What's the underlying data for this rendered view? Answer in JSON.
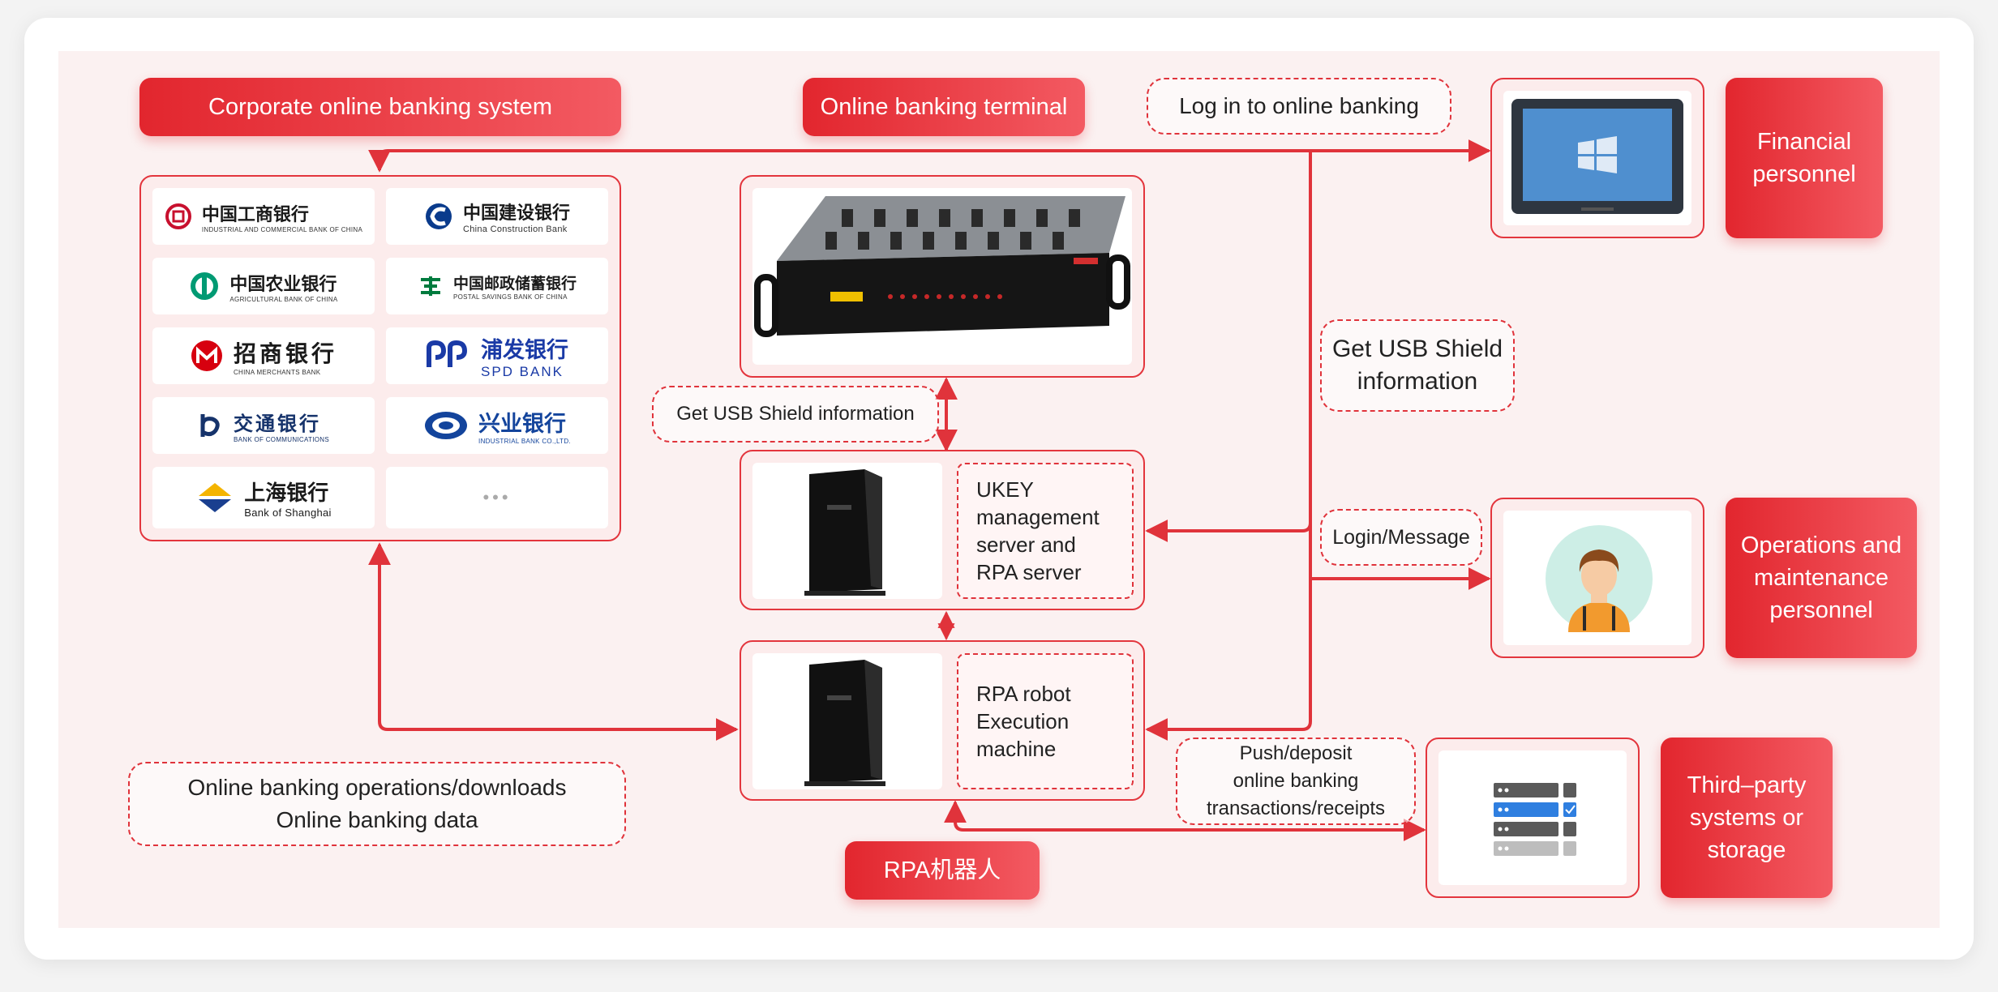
{
  "labels": {
    "corporate": "Corporate online banking system",
    "terminal": "Online banking terminal",
    "rpa": "RPA机器人",
    "financial": "Financial\npersonnel",
    "ops": "Operations and\nmaintenance\npersonnel",
    "third": "Third–party\nsystems or\nstorage"
  },
  "notes": {
    "login_online": "Log in to online banking",
    "get_usb_right": "Get USB Shield\ninformation",
    "get_usb_left": "Get USB Shield information",
    "login_message": "Login/Message",
    "push_deposit": "Push/deposit\nonline banking\ntransactions/receipts",
    "ops_downloads": "Online banking operations/downloads\nOnline banking data"
  },
  "servers": {
    "ukey": "UKEY\nmanagement\nserver and\nRPA server",
    "rpa_exec": "RPA robot\nExecution\nmachine"
  },
  "banks": [
    {
      "name": "中国工商银行",
      "en": "INDUSTRIAL AND COMMERCIAL BANK OF CHINA"
    },
    {
      "name": "中国建设银行",
      "en": "China Construction Bank"
    },
    {
      "name": "中国农业银行",
      "en": "AGRICULTURAL BANK OF CHINA"
    },
    {
      "name": "中国邮政储蓄银行",
      "en": "POSTAL SAVINGS BANK OF CHINA"
    },
    {
      "name": "招商银行",
      "en": "CHINA MERCHANTS BANK"
    },
    {
      "name": "浦发银行",
      "en": "SPD BANK"
    },
    {
      "name": "交通银行",
      "en": "BANK OF COMMUNICATIONS"
    },
    {
      "name": "兴业银行",
      "en": "INDUSTRIAL BANK CO.,LTD."
    },
    {
      "name": "上海银行",
      "en": "Bank of Shanghai"
    }
  ],
  "more": "•••",
  "colors": {
    "accent": "#e2262e",
    "line": "#e0333b"
  }
}
